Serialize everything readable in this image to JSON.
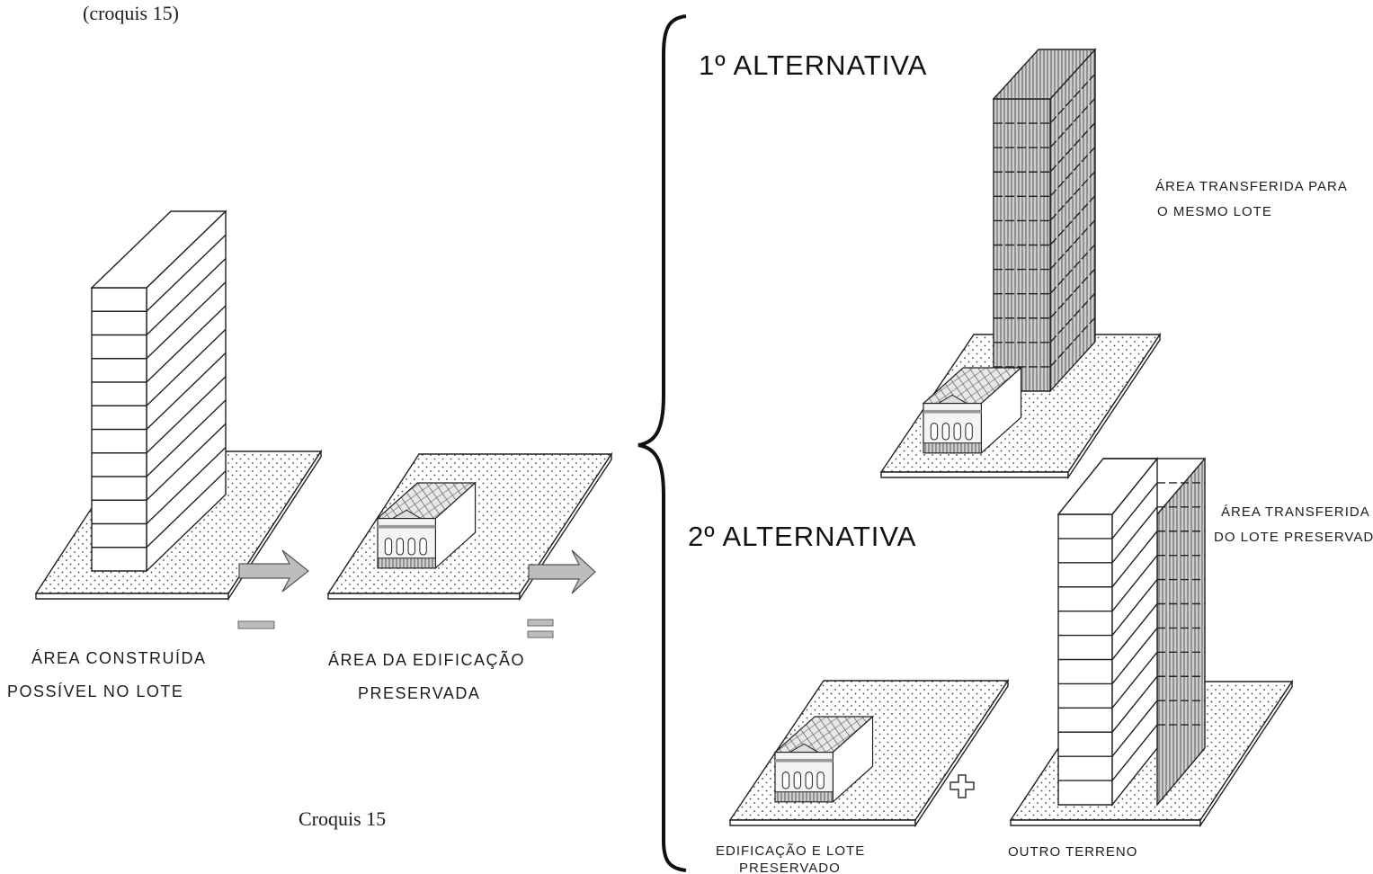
{
  "header_text": "(croquis 15)",
  "caption": "Croquis 15",
  "left": {
    "label_built": [
      "ÁREA CONSTRUÍDA",
      "POSSÍVEL NO LOTE"
    ],
    "label_preserved": [
      "ÁREA DA EDIFICAÇÃO",
      "PRESERVADA"
    ]
  },
  "alt1": {
    "title": "1º ALTERNATIVA",
    "note": [
      "ÁREA TRANSFERIDA PARA",
      "O MESMO LOTE"
    ]
  },
  "alt2": {
    "title": "2º ALTERNATIVA",
    "note": [
      "ÁREA TRANSFERIDA",
      "DO LOTE PRESERVADO"
    ],
    "label_left": [
      "EDIFICAÇÃO E LOTE",
      "PRESERVADO"
    ],
    "label_right": "OUTRO TERRENO"
  }
}
